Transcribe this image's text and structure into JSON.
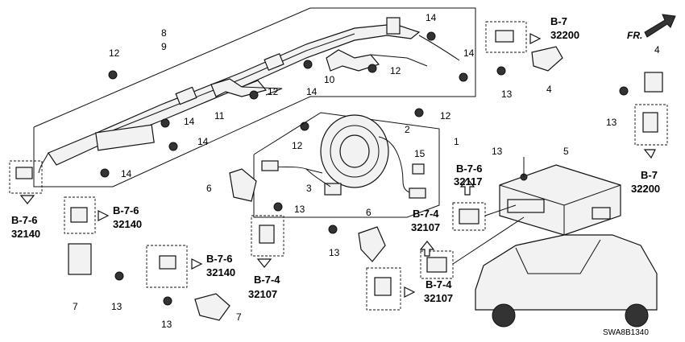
{
  "callouts": {
    "c1": "1",
    "c2": "2",
    "c3": "3",
    "c4a": "4",
    "c4b": "4",
    "c5": "5",
    "c6a": "6",
    "c6b": "6",
    "c7a": "7",
    "c7b": "7",
    "c8": "8",
    "c9": "9",
    "c10": "10",
    "c11": "11",
    "c12a": "12",
    "c12b": "12",
    "c12c": "12",
    "c12d": "12",
    "c12e": "12",
    "c13a": "13",
    "c13b": "13",
    "c13c": "13",
    "c13d": "13",
    "c13e": "13",
    "c13f": "13",
    "c13g": "13",
    "c14a": "14",
    "c14b": "14",
    "c14c": "14",
    "c14d": "14",
    "c14e": "14",
    "c14f": "14",
    "c15": "15"
  },
  "refs": {
    "r1": {
      "section": "B-7",
      "code": "32200"
    },
    "r2": {
      "section": "B-7",
      "code": "32200"
    },
    "r3": {
      "section": "B-7-6",
      "code": "32117"
    },
    "r4": {
      "section": "B-7-6",
      "code": "32140"
    },
    "r5": {
      "section": "B-7-6",
      "code": "32140"
    },
    "r6": {
      "section": "B-7-4",
      "code": "32107"
    },
    "r7": {
      "section": "B-7-6",
      "code": "32140"
    },
    "r8": {
      "section": "B-7-4",
      "code": "32107"
    },
    "r9": {
      "section": "B-7-4",
      "code": "32107"
    }
  },
  "direction_label": "FR.",
  "diagram_code": "SWA8B1340"
}
